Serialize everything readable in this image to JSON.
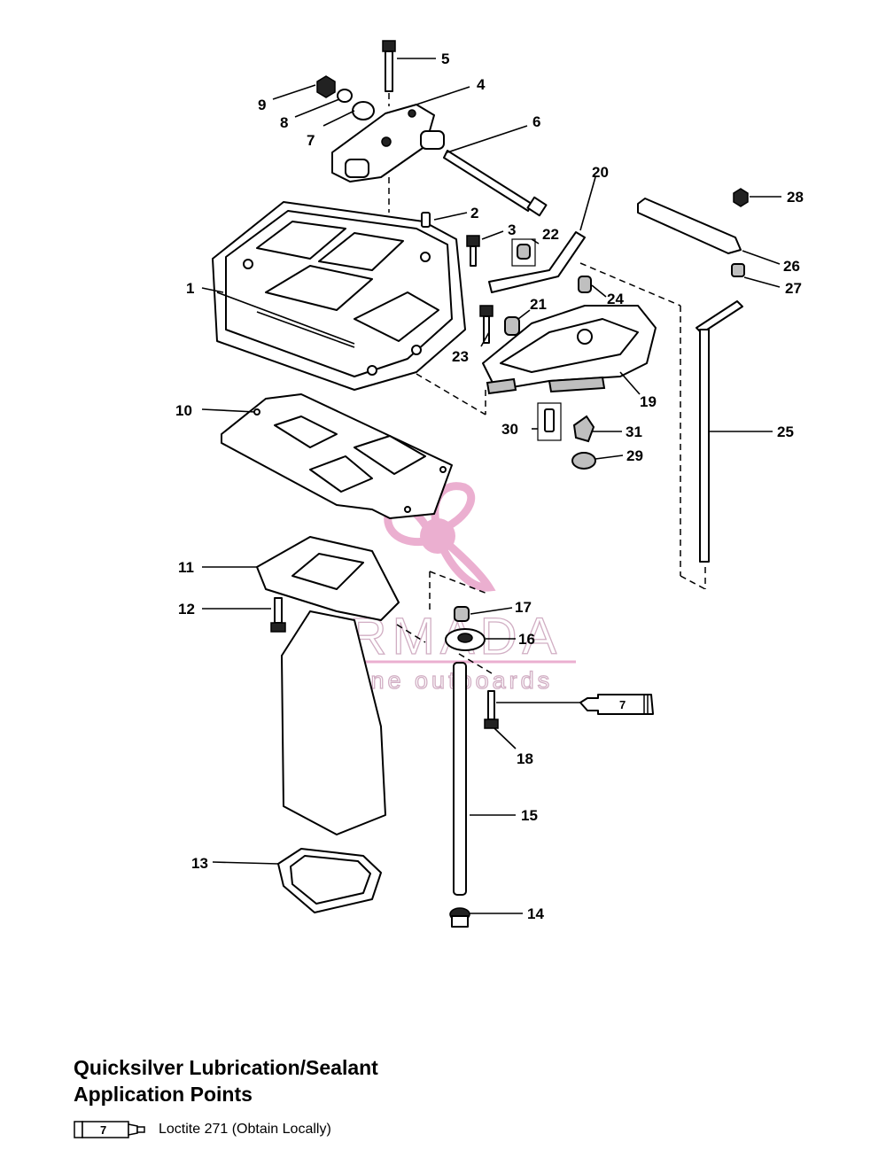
{
  "callouts": [
    "1",
    "2",
    "3",
    "4",
    "5",
    "6",
    "7",
    "8",
    "9",
    "10",
    "11",
    "12",
    "13",
    "14",
    "15",
    "16",
    "17",
    "18",
    "19",
    "20",
    "21",
    "22",
    "23",
    "24",
    "25",
    "26",
    "27",
    "28",
    "29",
    "30",
    "31"
  ],
  "sealant_tube_number": "7",
  "watermark": {
    "brand": "ARMADA",
    "tagline": "marine outboards",
    "color": "#e8a2c8"
  },
  "legend": {
    "title_line1": "Quicksilver Lubrication/Sealant",
    "title_line2": "Application Points",
    "tube_number": "7",
    "text": "Loctite 271 (Obtain Locally)"
  },
  "icons": [
    "propeller-logo-icon",
    "sealant-tube-icon"
  ]
}
